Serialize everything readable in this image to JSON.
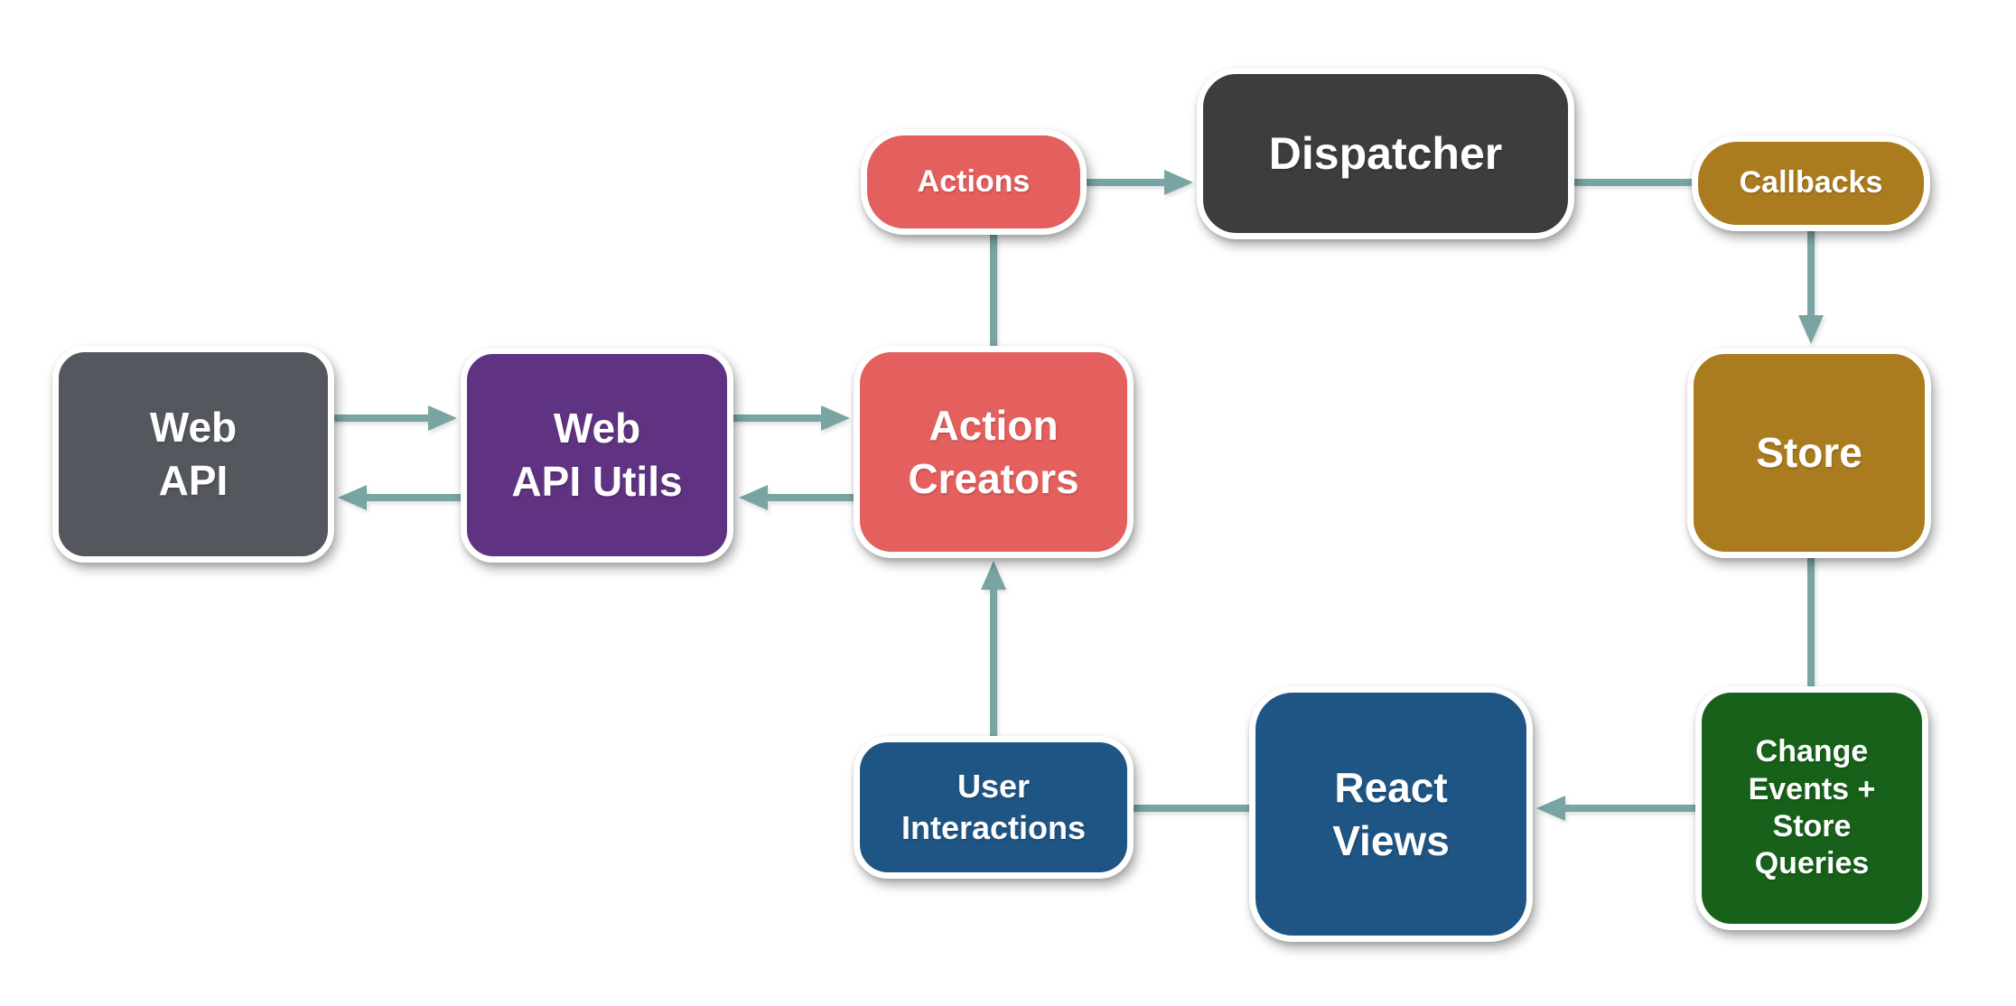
{
  "diagram": {
    "type": "flowchart",
    "background_color": "#ffffff",
    "connector_color": "#78a5a3",
    "nodes": {
      "web_api": {
        "label": "Web API",
        "lines": [
          "Web",
          "API"
        ],
        "color": "#54575d"
      },
      "web_api_utils": {
        "label": "Web API Utils",
        "lines": [
          "Web",
          "API Utils"
        ],
        "color": "#603382"
      },
      "action_creators": {
        "label": "Action Creators",
        "lines": [
          "Action",
          "Creators"
        ],
        "color": "#e4605e"
      },
      "actions": {
        "label": "Actions",
        "lines": [
          "Actions"
        ],
        "color": "#e4605e"
      },
      "dispatcher": {
        "label": "Dispatcher",
        "lines": [
          "Dispatcher"
        ],
        "color": "#3f3c3e"
      },
      "callbacks": {
        "label": "Callbacks",
        "lines": [
          "Callbacks"
        ],
        "color": "#ab7c1f"
      },
      "store": {
        "label": "Store",
        "lines": [
          "Store"
        ],
        "color": "#ab7c1f"
      },
      "change_events": {
        "label": "Change Events + Store Queries",
        "lines": [
          "Change",
          "Events +",
          "Store",
          "Queries"
        ],
        "color": "#17611a"
      },
      "react_views": {
        "label": "React Views",
        "lines": [
          "React",
          "Views"
        ],
        "color": "#1f5584"
      },
      "user_interactions": {
        "label": "User Interactions",
        "lines": [
          "User",
          "Interactions"
        ],
        "color": "#1f5584"
      }
    },
    "edges": [
      {
        "from": "Web API",
        "to": "Web API Utils",
        "arrowhead": true
      },
      {
        "from": "Web API Utils",
        "to": "Web API",
        "arrowhead": true
      },
      {
        "from": "Web API Utils",
        "to": "Action Creators",
        "arrowhead": true
      },
      {
        "from": "Action Creators",
        "to": "Web API Utils",
        "arrowhead": true
      },
      {
        "from": "Action Creators",
        "to": "Actions",
        "arrowhead": false
      },
      {
        "from": "Actions",
        "to": "Dispatcher",
        "arrowhead": true
      },
      {
        "from": "Dispatcher",
        "to": "Callbacks",
        "arrowhead": false
      },
      {
        "from": "Callbacks",
        "to": "Store",
        "arrowhead": true
      },
      {
        "from": "Store",
        "to": "Change Events + Store Queries",
        "arrowhead": false
      },
      {
        "from": "Change Events + Store Queries",
        "to": "React Views",
        "arrowhead": true
      },
      {
        "from": "React Views",
        "to": "User Interactions",
        "arrowhead": false
      },
      {
        "from": "User Interactions",
        "to": "Action Creators",
        "arrowhead": true
      }
    ]
  }
}
